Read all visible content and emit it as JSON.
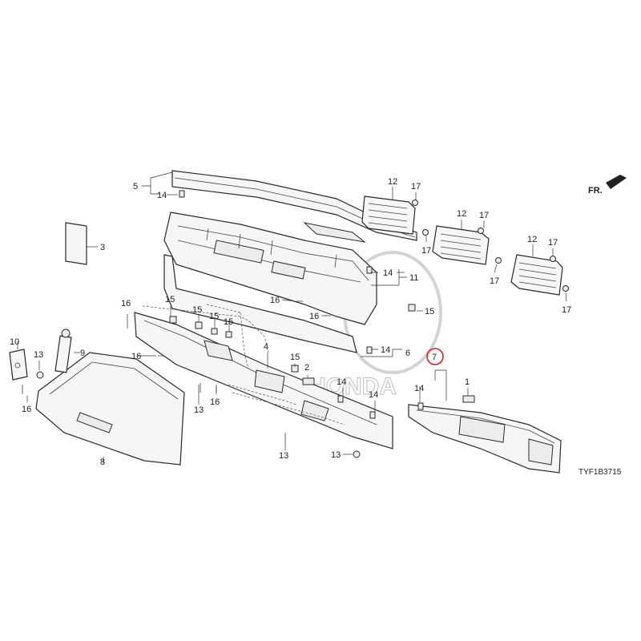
{
  "diagram": {
    "direction_label": "FR.",
    "watermark": "HONDA",
    "code": "TYF1B3715"
  },
  "callouts": [
    {
      "id": "c1",
      "text": "1"
    },
    {
      "id": "c2",
      "text": "2"
    },
    {
      "id": "c3",
      "text": "3"
    },
    {
      "id": "c4",
      "text": "4"
    },
    {
      "id": "c5",
      "text": "5"
    },
    {
      "id": "c6",
      "text": "6"
    },
    {
      "id": "c7",
      "text": "7",
      "highlighted": true
    },
    {
      "id": "c8",
      "text": "8"
    },
    {
      "id": "c9",
      "text": "9"
    },
    {
      "id": "c10",
      "text": "10"
    },
    {
      "id": "c11",
      "text": "11"
    },
    {
      "id": "c12a",
      "text": "12"
    },
    {
      "id": "c12b",
      "text": "12"
    },
    {
      "id": "c12c",
      "text": "12"
    },
    {
      "id": "c13a",
      "text": "13"
    },
    {
      "id": "c13b",
      "text": "13"
    },
    {
      "id": "c13c",
      "text": "13"
    },
    {
      "id": "c13d",
      "text": "13"
    },
    {
      "id": "c14a",
      "text": "14"
    },
    {
      "id": "c14b",
      "text": "14"
    },
    {
      "id": "c14c",
      "text": "14"
    },
    {
      "id": "c14d",
      "text": "14"
    },
    {
      "id": "c14e",
      "text": "14"
    },
    {
      "id": "c14f",
      "text": "14"
    },
    {
      "id": "c15a",
      "text": "15"
    },
    {
      "id": "c15b",
      "text": "15"
    },
    {
      "id": "c15c",
      "text": "15"
    },
    {
      "id": "c15d",
      "text": "15"
    },
    {
      "id": "c15e",
      "text": "15"
    },
    {
      "id": "c15f",
      "text": "15"
    },
    {
      "id": "c16a",
      "text": "16"
    },
    {
      "id": "c16b",
      "text": "16"
    },
    {
      "id": "c16c",
      "text": "16"
    },
    {
      "id": "c16d",
      "text": "16"
    },
    {
      "id": "c16e",
      "text": "16"
    },
    {
      "id": "c16f",
      "text": "16"
    },
    {
      "id": "c17a",
      "text": "17"
    },
    {
      "id": "c17b",
      "text": "17"
    },
    {
      "id": "c17c",
      "text": "17"
    },
    {
      "id": "c17d",
      "text": "17"
    },
    {
      "id": "c17e",
      "text": "17"
    },
    {
      "id": "c17f",
      "text": "17"
    }
  ]
}
